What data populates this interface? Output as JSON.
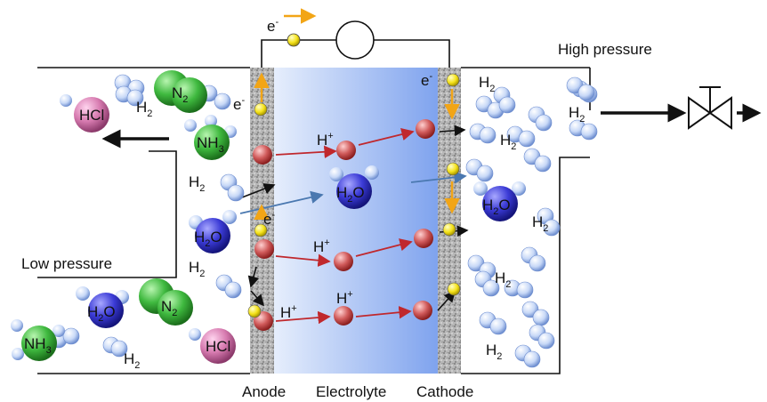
{
  "labels": {
    "high_pressure": "High pressure",
    "low_pressure": "Low pressure",
    "anode": "Anode",
    "electrolyte": "Electrolyte",
    "cathode": "Cathode"
  },
  "species": {
    "electron": "e",
    "electron_sign": "-",
    "proton": "H",
    "proton_sign": "+",
    "hydrogen": "H",
    "hydrogen_sub": "2",
    "water_h": "H",
    "water_sub": "2",
    "water_o": "O",
    "nitrogen": "N",
    "nitrogen_sub": "2",
    "ammonia": "NH",
    "ammonia_sub": "3",
    "hcl": "HCl"
  },
  "colors": {
    "anode_fill": "#b8b8b8",
    "electrolyte_light": "#dfe9fb",
    "electrolyte_dark": "#7fa3ee",
    "proton": "#c94a4a",
    "electron": "#f5e21a",
    "water": "#3b3bd6",
    "hydrogen": "#c7d8f7",
    "nitrogen": "#3fb93f",
    "hcl": "#d77bb0",
    "red_arrow": "#c0282d",
    "blue_arrow": "#4a78b0",
    "orange_arrow": "#f2a516"
  },
  "icons": {
    "valve": "valve-icon",
    "meter": "ammeter-icon"
  }
}
